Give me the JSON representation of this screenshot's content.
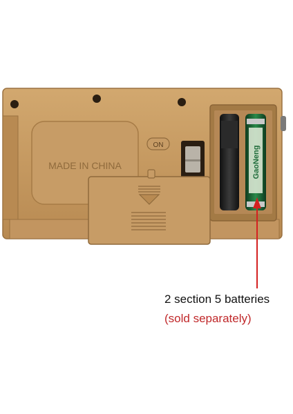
{
  "device": {
    "embossed_text": "MADE IN CHINA",
    "switch_label": "ON",
    "battery_brand": "GaoNeng",
    "body_color": "#c49a63",
    "battery_color": "#1f6b3a"
  },
  "annotation": {
    "line1": "2 section 5 batteries",
    "line2": "(sold separately)",
    "arrow_color": "#d42020",
    "line2_color": "#c0282a"
  }
}
